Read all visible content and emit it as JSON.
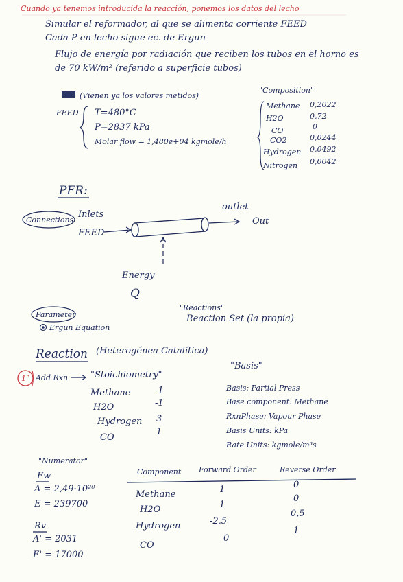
{
  "header": {
    "note": "Cuando ya tenemos introducida la reacción, ponemos los datos del lecho"
  },
  "intro": {
    "line1": "Simular el reformador, al que se alimenta corriente FEED",
    "line2": "Cada P en lecho sigue ec. de Ergun",
    "line3": "Flujo de energía por radiación que reciben los tubos en el horno es",
    "line4": "de 70 kW/m² (referido a superficie tubos)"
  },
  "feed": {
    "note": "(Vienen ya los valores metidos)",
    "label": "FEED",
    "temperature": "T=480°C",
    "pressure": "P=2837 kPa",
    "molar_flow": "Molar flow = 1,480e+04 kgmole/h"
  },
  "composition": {
    "title": "\"Composition\"",
    "rows": [
      {
        "name": "Methane",
        "value": "0,2022"
      },
      {
        "name": "H2O",
        "value": "0,72"
      },
      {
        "name": "CO",
        "value": "0"
      },
      {
        "name": "CO2",
        "value": "0,0244"
      },
      {
        "name": "Hydrogen",
        "value": "0,0492"
      },
      {
        "name": "Nitrogen",
        "value": "0,0042"
      }
    ]
  },
  "pfr": {
    "title": "PFR:",
    "connections": "Connections",
    "inlets": "Inlets",
    "feed": "FEED",
    "outlet": "outlet",
    "out": "Out",
    "energy": "Energy",
    "q": "Q"
  },
  "parameter": {
    "label": "Parameter",
    "option": "Ergun Equation"
  },
  "reactions": {
    "title": "\"Reactions\"",
    "set": "Reaction Set (la propia)"
  },
  "reaction": {
    "title": "Reaction",
    "subtitle": "(Heterogénea Catalítica)",
    "step": "1°",
    "add": "Add Rxn",
    "stoich_title": "\"Stoichiometry\"",
    "stoich": [
      {
        "name": "Methane",
        "coef": "-1"
      },
      {
        "name": "H2O",
        "coef": "-1"
      },
      {
        "name": "Hydrogen",
        "coef": "3"
      },
      {
        "name": "CO",
        "coef": "1"
      }
    ]
  },
  "basis": {
    "title": "\"Basis\"",
    "items": [
      "Basis: Partial Press",
      "Base component: Methane",
      "RxnPhase: Vapour Phase",
      "Basis Units: kPa",
      "Rate Units: kgmole/m³s"
    ]
  },
  "numerator": {
    "title": "\"Numerator\"",
    "fw": "Fw",
    "a": "A = 2,49·10²⁰",
    "e": "E = 239700",
    "rv": "Rv",
    "a_rev": "A' = 2031",
    "e_rev": "E' = 17000"
  },
  "order_table": {
    "headers": [
      "Component",
      "Forward Order",
      "Reverse Order"
    ],
    "rows": [
      {
        "component": "Methane",
        "forward": "1",
        "reverse": "0"
      },
      {
        "component": "H2O",
        "forward": "1",
        "reverse": "0"
      },
      {
        "component": "Hydrogen",
        "forward": "-2,5",
        "reverse": "0,5"
      },
      {
        "component": "CO",
        "forward": "0",
        "reverse": "1"
      }
    ]
  }
}
